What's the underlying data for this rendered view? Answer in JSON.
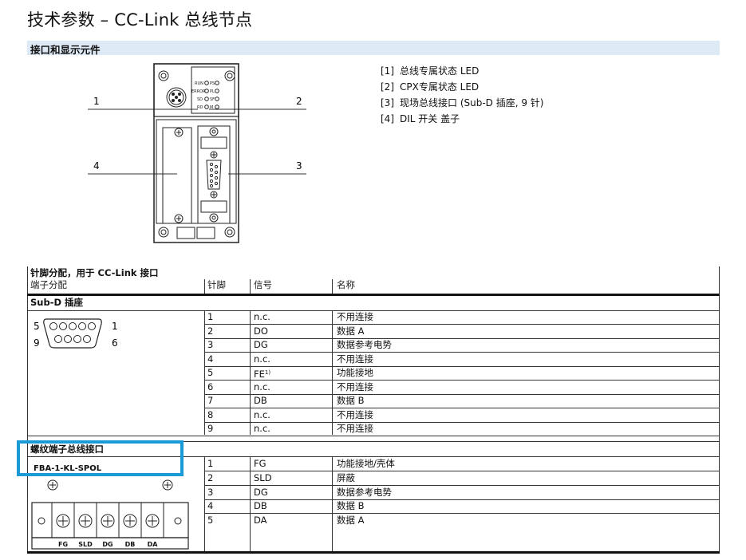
{
  "page": {
    "title": "技术参数 – CC-Link 总线节点",
    "section_title": "接口和显示元件"
  },
  "figure": {
    "callout_numbers": [
      "1",
      "2",
      "3",
      "4"
    ],
    "led_labels": [
      "RUN",
      "PS",
      "ERROR",
      "PL",
      "SD",
      "SF",
      "RD",
      "M"
    ],
    "legend": [
      {
        "num": "[1]",
        "text": "总线专属状态 LED"
      },
      {
        "num": "[2]",
        "text": "CPX专属状态 LED"
      },
      {
        "num": "[3]",
        "text": "现场总线接口 (Sub-D 插座, 9 针)"
      },
      {
        "num": "[4]",
        "text": "DIL 开关 盖子"
      }
    ]
  },
  "pin_table": {
    "title": "针脚分配，用于 CC-Link 接口",
    "headers": [
      "端子分配",
      "针脚",
      "信号",
      "名称"
    ],
    "subd": {
      "label": "Sub-D 插座",
      "left_nums": [
        "5",
        "9"
      ],
      "right_nums": [
        "1",
        "6"
      ],
      "rows": [
        {
          "pin": "1",
          "signal": "n.c.",
          "name": "不用连接"
        },
        {
          "pin": "2",
          "signal": "DO",
          "name": "数据 A"
        },
        {
          "pin": "3",
          "signal": "DG",
          "name": "数据参考电势"
        },
        {
          "pin": "4",
          "signal": "n.c.",
          "name": "不用连接"
        },
        {
          "pin": "5",
          "signal": "FE",
          "sup": "1)",
          "name": "功能接地"
        },
        {
          "pin": "6",
          "signal": "n.c.",
          "name": "不用连接"
        },
        {
          "pin": "7",
          "signal": "DB",
          "name": "数据 B"
        },
        {
          "pin": "8",
          "signal": "n.c.",
          "name": "不用连接"
        },
        {
          "pin": "9",
          "signal": "n.c.",
          "name": "不用连接"
        }
      ]
    },
    "screw": {
      "label": "螺纹端子总线接口",
      "part": "FBA-1-KL-SPOL",
      "terminal_labels": [
        "FG",
        "SLD",
        "DG",
        "DB",
        "DA"
      ],
      "rows": [
        {
          "pin": "1",
          "signal": "FG",
          "name": "功能接地/壳体"
        },
        {
          "pin": "2",
          "signal": "SLD",
          "name": "屏蔽"
        },
        {
          "pin": "3",
          "signal": "DG",
          "name": "数据参考电势"
        },
        {
          "pin": "4",
          "signal": "DB",
          "name": "数据 B"
        },
        {
          "pin": "5",
          "signal": "DA",
          "name": "数据 A"
        }
      ]
    }
  },
  "colors": {
    "section_bar": "#dde9f5",
    "highlight": "#1a9bd7"
  }
}
